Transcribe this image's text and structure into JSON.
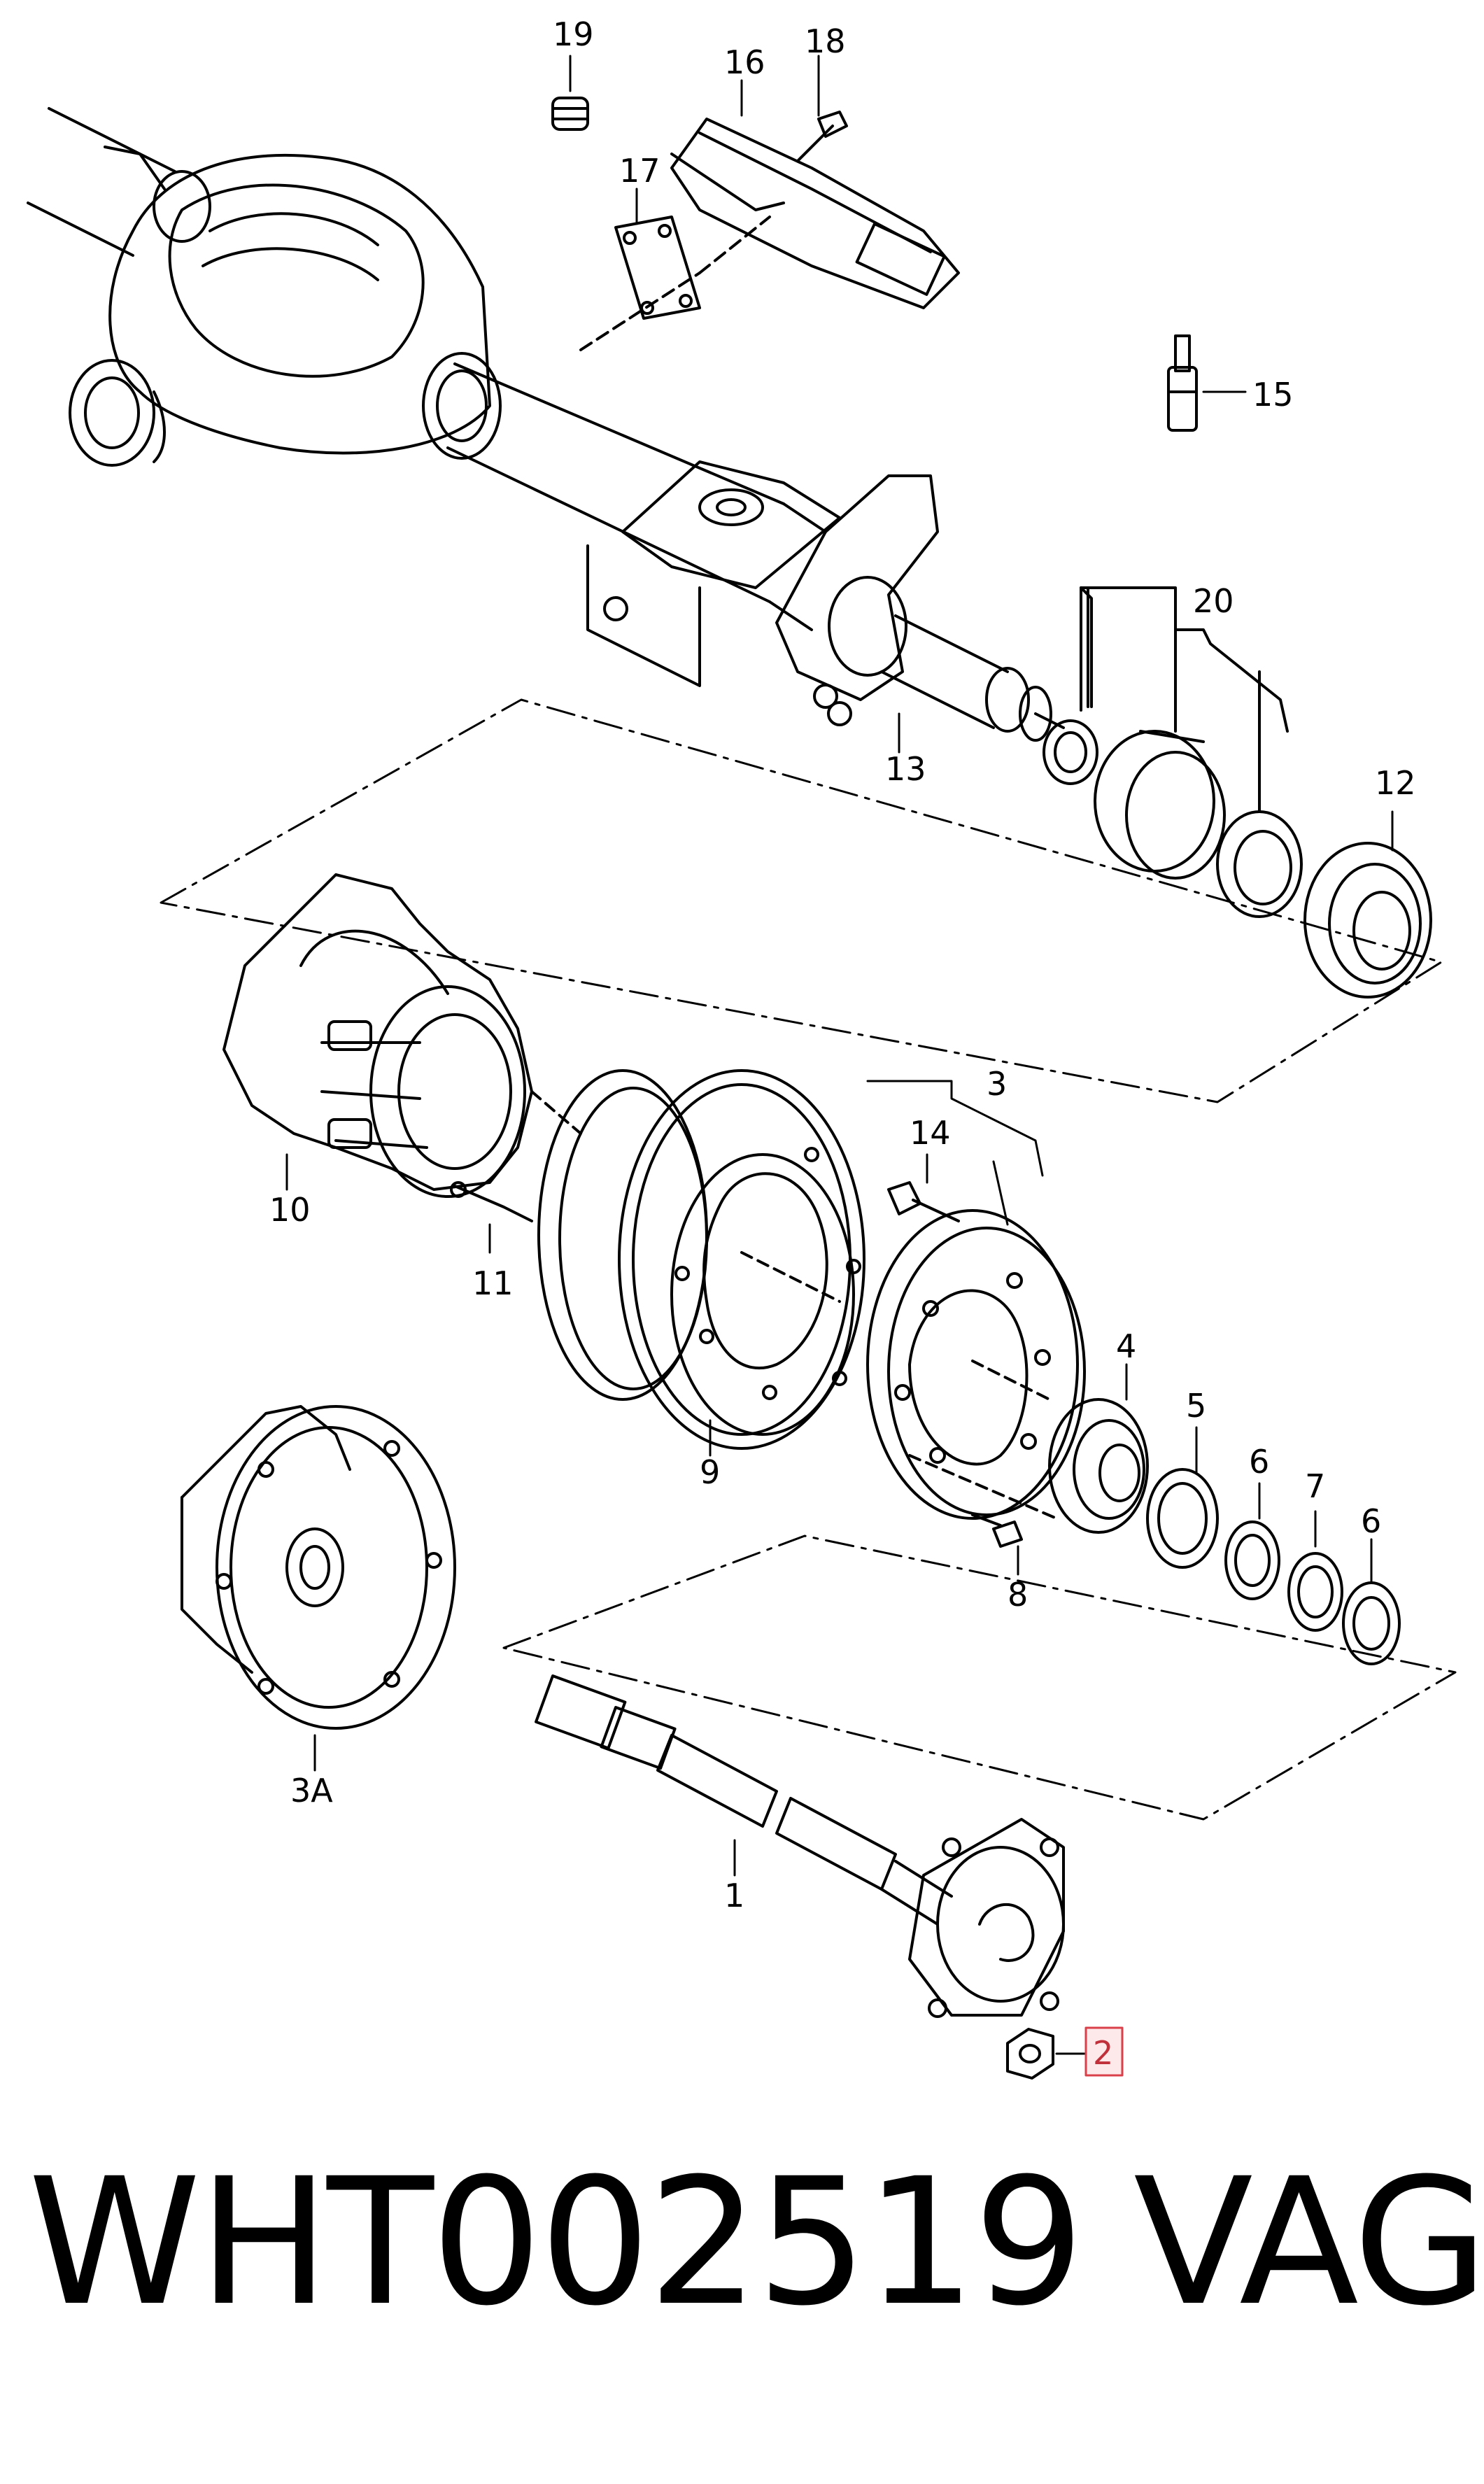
{
  "callouts": {
    "c19": "19",
    "c16": "16",
    "c18": "18",
    "c17": "17",
    "c15": "15",
    "c20": "20",
    "c13": "13",
    "c12": "12",
    "c10": "10",
    "c11": "11",
    "c3": "3",
    "c14": "14",
    "c9": "9",
    "c4": "4",
    "c5": "5",
    "c6a": "6",
    "c7": "7",
    "c6b": "6",
    "c8": "8",
    "c3a": "3A",
    "c1": "1",
    "c2": "2"
  },
  "highlight": {
    "part": "2",
    "box_color": "#d9404a",
    "fill_color": "#fde8ea"
  },
  "footer": {
    "part_number": "WHT002519",
    "brand": "VAG"
  }
}
